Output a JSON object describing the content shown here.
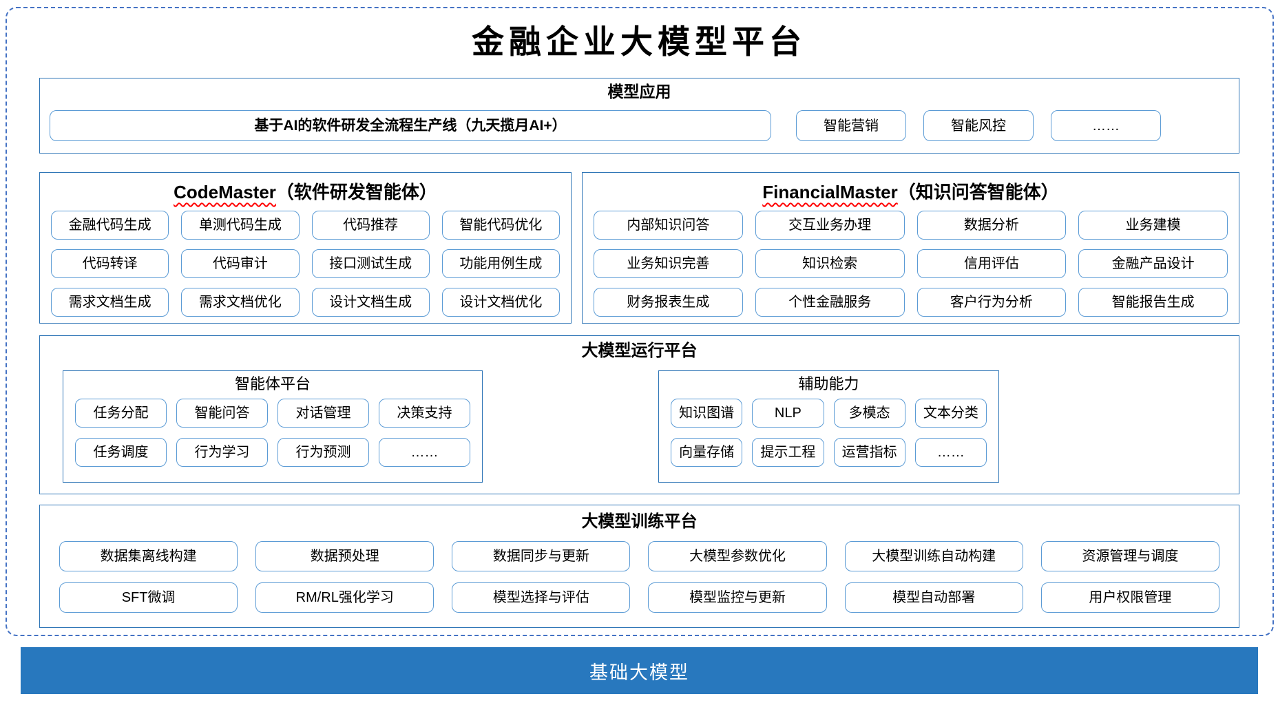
{
  "title": "金融企业大模型平台",
  "model_application": {
    "header": "模型应用",
    "main_item": "基于AI的软件研发全流程生产线（九天揽月AI+）",
    "items": [
      "智能营销",
      "智能风控",
      "……"
    ]
  },
  "code_master": {
    "title_en": "CodeMaster",
    "title_zh": "（软件研发智能体）",
    "items": [
      "金融代码生成",
      "单测代码生成",
      "代码推荐",
      "智能代码优化",
      "代码转译",
      "代码审计",
      "接口测试生成",
      "功能用例生成",
      "需求文档生成",
      "需求文档优化",
      "设计文档生成",
      "设计文档优化"
    ]
  },
  "financial_master": {
    "title_en": "FinancialMaster",
    "title_zh": "（知识问答智能体）",
    "items": [
      "内部知识问答",
      "交互业务办理",
      "数据分析",
      "业务建模",
      "业务知识完善",
      "知识检索",
      "信用评估",
      "金融产品设计",
      "财务报表生成",
      "个性金融服务",
      "客户行为分析",
      "智能报告生成"
    ]
  },
  "runtime_platform": {
    "header": "大模型运行平台",
    "agent_platform": {
      "header": "智能体平台",
      "items": [
        "任务分配",
        "智能问答",
        "对话管理",
        "决策支持",
        "任务调度",
        "行为学习",
        "行为预测",
        "……"
      ]
    },
    "auxiliary": {
      "header": "辅助能力",
      "items": [
        "知识图谱",
        "NLP",
        "多模态",
        "文本分类",
        "向量存储",
        "提示工程",
        "运营指标",
        "……"
      ]
    }
  },
  "training_platform": {
    "header": "大模型训练平台",
    "items": [
      "数据集离线构建",
      "数据预处理",
      "数据同步与更新",
      "大模型参数优化",
      "大模型训练自动构建",
      "资源管理与调度",
      "SFT微调",
      "RM/RL强化学习",
      "模型选择与评估",
      "模型监控与更新",
      "模型自动部署",
      "用户权限管理"
    ]
  },
  "base_model": {
    "label": "基础大模型"
  },
  "colors": {
    "dashed_frame": "#4472C4",
    "section_border": "#2E75B6",
    "item_border": "#5B9BD5",
    "base_bar_bg": "#2878BE",
    "spellcheck_underline": "#FF0000",
    "text": "#000000"
  }
}
